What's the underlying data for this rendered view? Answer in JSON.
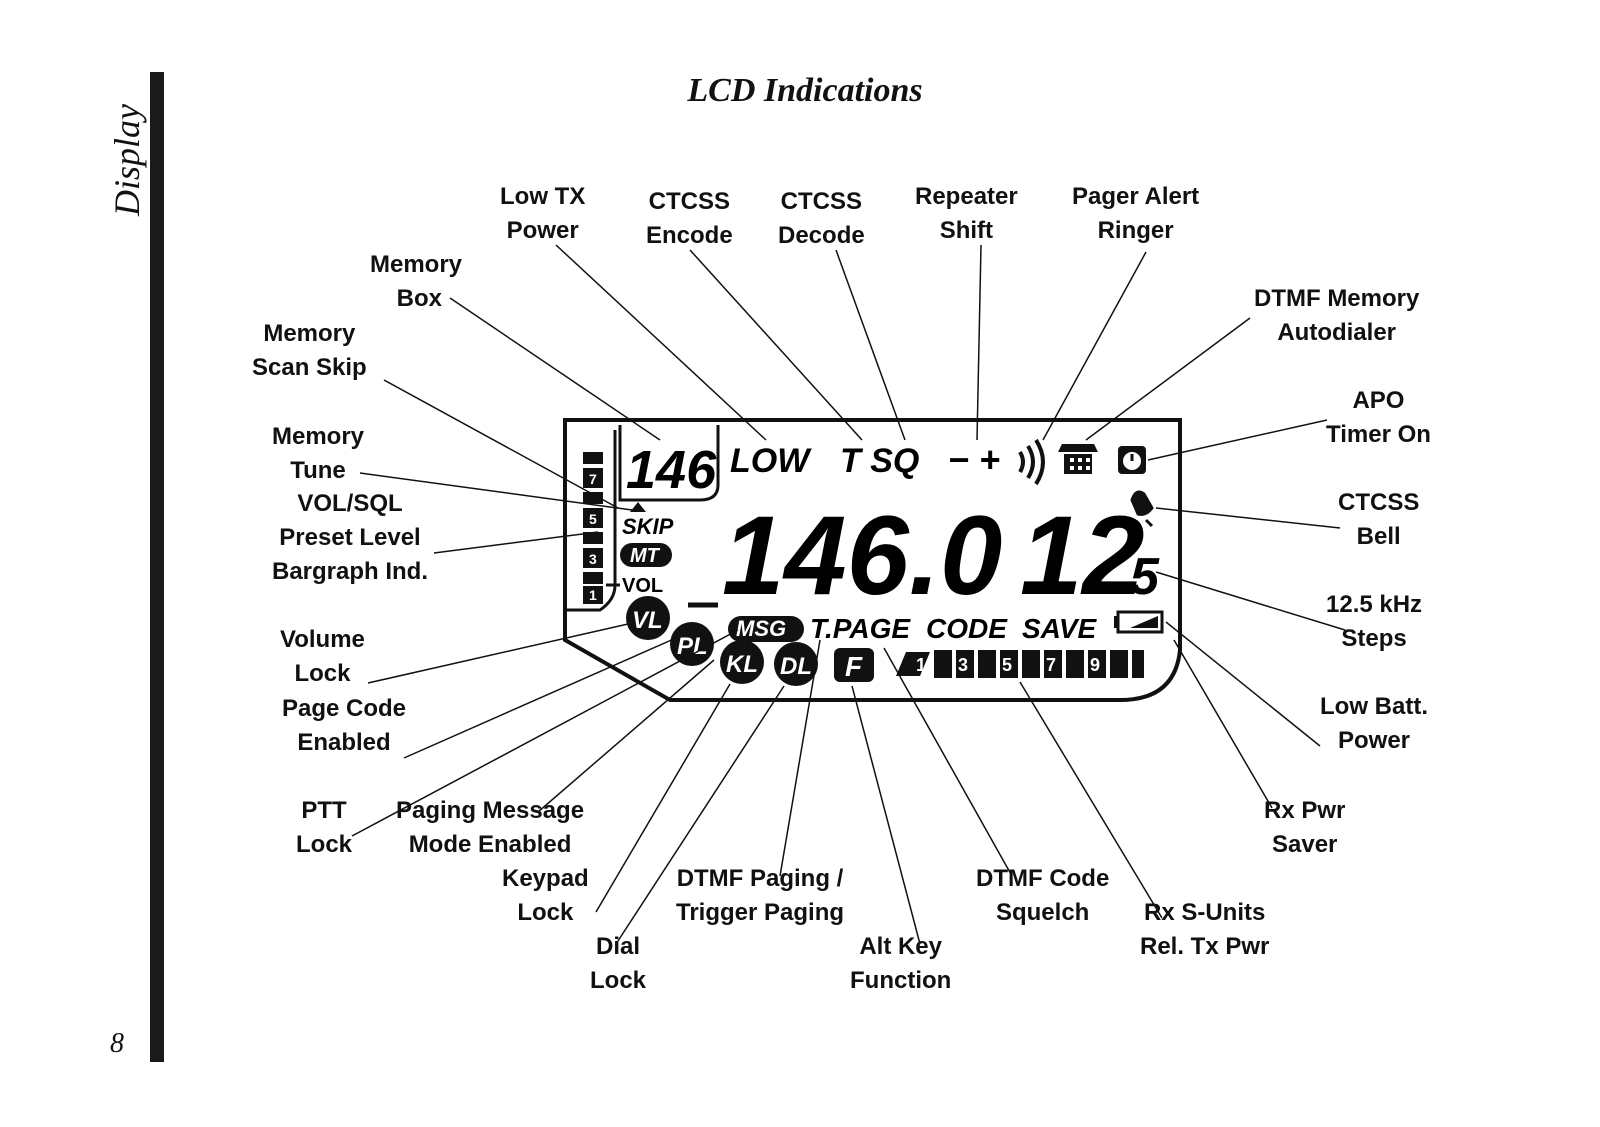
{
  "side_label": "Display",
  "page_number": "8",
  "title": "LCD Indications",
  "lcd": {
    "memory_channel": "146",
    "low": "LOW",
    "tsq": "T SQ",
    "shift": "− +",
    "skip": "SKIP",
    "mt": "MT",
    "vol": "VOL",
    "frequency": "146.0",
    "frequency_tail": "12",
    "step_digit": "5",
    "vl": "VL",
    "pl": "PL",
    "msg": "MSG",
    "tpage": "T.PAGE",
    "code": "CODE",
    "save": "SAVE",
    "kl": "KL",
    "dl": "DL",
    "f": "F",
    "bar_digits": [
      "1",
      "3",
      "5",
      "7",
      "9"
    ],
    "vol_digits": [
      "7",
      "5",
      "3",
      "1"
    ]
  },
  "labels": {
    "low_tx_power": "Low TX\nPower",
    "ctcss_encode": "CTCSS\nEncode",
    "ctcss_decode": "CTCSS\nDecode",
    "repeater_shift": "Repeater\nShift",
    "pager_alert_ringer": "Pager Alert\nRinger",
    "memory_box": "Memory\n    Box",
    "memory_scan_skip": "Memory\nScan Skip",
    "dtmf_memory_autodialer": "DTMF Memory\nAutodialer",
    "apo_timer_on": "APO\nTimer On",
    "memory_tune": "Memory\nTune",
    "vol_sql": "VOL/SQL\nPreset Level\nBargraph Ind.",
    "ctcss_bell": "CTCSS\nBell",
    "khz_steps": "12.5 kHz\nSteps",
    "volume_lock": "Volume\nLock",
    "page_code_enabled": "Page Code\nEnabled",
    "low_batt_power": "Low Batt.\nPower",
    "ptt_lock": "PTT\nLock",
    "paging_message": "Paging Message\nMode Enabled",
    "rx_pwr_saver": "Rx Pwr\nSaver",
    "keypad_lock": "Keypad\nLock",
    "dtmf_paging": "DTMF Paging /\nTrigger Paging",
    "dtmf_code_squelch": "DTMF Code\nSquelch",
    "rx_s_units": "Rx S-Units\nRel. Tx Pwr",
    "dial_lock": "Dial\nLock",
    "alt_key_function": "Alt Key\nFunction"
  }
}
